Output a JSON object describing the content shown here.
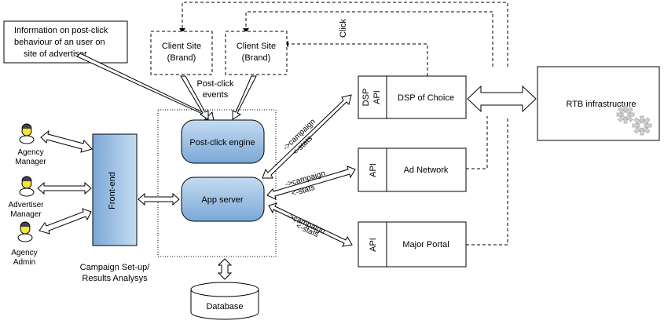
{
  "note": {
    "lines": [
      "Information on post-click",
      "behaviour of an user on",
      "site of advertiser"
    ]
  },
  "clients": [
    {
      "line1": "Client Site",
      "line2": "(Brand)"
    },
    {
      "line1": "Client Site",
      "line2": "(Brand)"
    }
  ],
  "click_label": "Click",
  "postclick_label": {
    "line1": "Post-click",
    "line2": "events"
  },
  "engine_label": "Post-click engine",
  "app_label": "App server",
  "frontend_label": "Front-end",
  "frontend_caption": {
    "line1": "Campaign Set-up/",
    "line2": "Results Analysys"
  },
  "database_label": "Database",
  "users": [
    {
      "line1": "Agency",
      "line2": "Manager"
    },
    {
      "line1": "Advertiser",
      "line2": "Manager"
    },
    {
      "line1": "Agency",
      "line2": "Admin"
    }
  ],
  "channels": [
    {
      "api": "DSP",
      "api2": "API",
      "name": "DSP of Choice"
    },
    {
      "api": "API",
      "api2": "",
      "name": "Ad Network"
    },
    {
      "api": "API",
      "api2": "",
      "name": "Major Portal"
    }
  ],
  "flow": {
    "campaign": "->campaign",
    "stats": "<-stats"
  },
  "rtb_label": "RTB infrastructure",
  "colors": {
    "blue_fill": "#9dc3e6",
    "blue_fill_dark": "#7aa8d6",
    "stroke": "#000000",
    "user_yellow": "#f4e63c",
    "gear": "#d0d0d0"
  }
}
